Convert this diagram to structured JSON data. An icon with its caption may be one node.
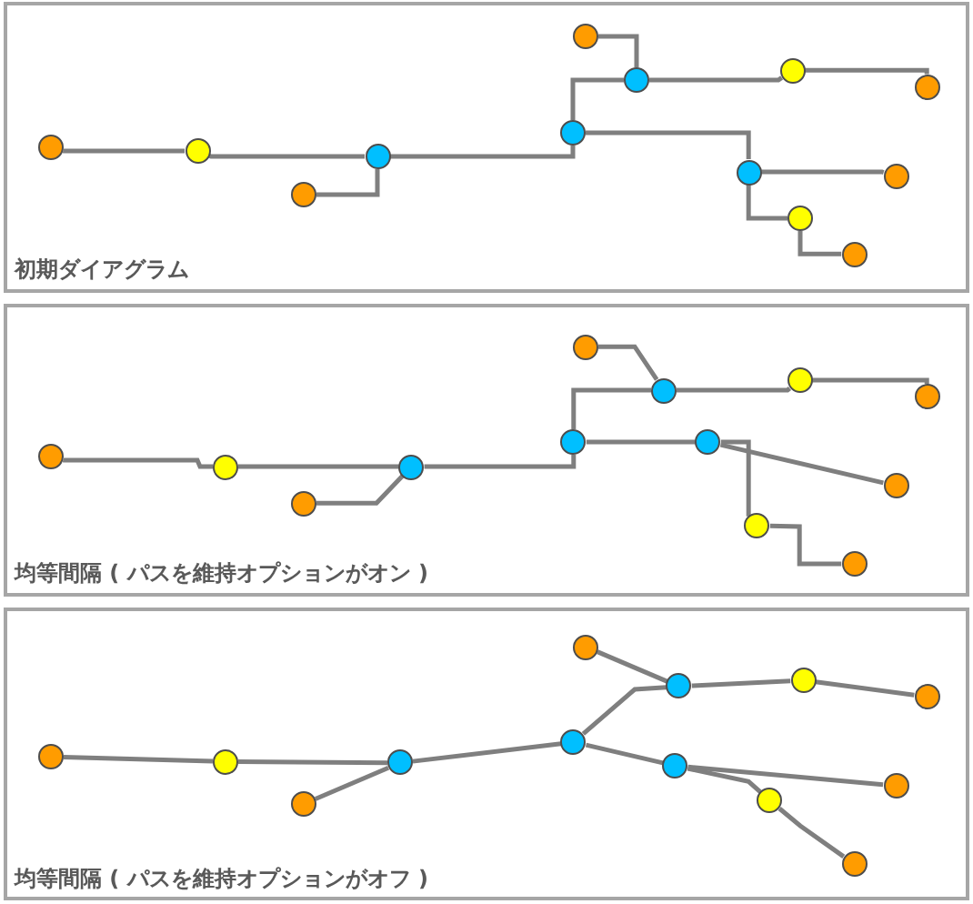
{
  "diagram": {
    "nodes": [
      {
        "text": [
          "初期ダイアグラム"
        ]
      },
      {
        "text": [],
        "shape": "circle",
        "in": 0
      },
      {
        "text": [],
        "shape": "circle",
        "in": 0
      },
      {
        "text": [],
        "shape": "circle",
        "in": 0
      },
      {
        "text": [],
        "shape": "circle",
        "in": 0
      },
      {
        "text": [],
        "shape": "circle",
        "in": 0
      },
      {
        "text": [],
        "shape": "circle",
        "in": 0
      },
      {
        "text": [],
        "shape": "circle",
        "in": 0
      },
      {
        "text": [],
        "shape": "circle",
        "in": 0
      },
      {
        "text": [],
        "shape": "circle",
        "in": 0
      },
      {
        "text": [],
        "shape": "circle",
        "in": 0
      },
      {
        "text": [],
        "shape": "circle",
        "in": 0
      },
      {
        "text": [],
        "shape": "circle",
        "in": 0
      },
      {
        "text": [],
        "shape": "circle",
        "in": 0
      },
      {
        "text": [
          "均等間隔 ( パスを維持オプションがオン )"
        ]
      },
      {
        "text": [],
        "shape": "circle",
        "in": 14
      },
      {
        "text": [],
        "shape": "circle",
        "in": 14
      },
      {
        "text": [],
        "shape": "circle",
        "in": 14
      },
      {
        "text": [],
        "shape": "circle",
        "in": 14
      },
      {
        "text": [],
        "shape": "circle",
        "in": 14
      },
      {
        "text": [],
        "shape": "circle",
        "in": 14
      },
      {
        "text": [],
        "shape": "circle",
        "in": 14
      },
      {
        "text": [],
        "shape": "circle",
        "in": 14
      },
      {
        "text": [],
        "shape": "circle",
        "in": 14
      },
      {
        "text": [],
        "shape": "circle",
        "in": 14
      },
      {
        "text": [],
        "shape": "circle",
        "in": 14
      },
      {
        "text": [],
        "shape": "circle",
        "in": 14
      },
      {
        "text": [],
        "shape": "circle",
        "in": 14
      },
      {
        "text": [
          "均等間隔 ( パスを維持オプションがオフ )"
        ]
      },
      {
        "text": [],
        "shape": "circle",
        "in": 28
      },
      {
        "text": [],
        "shape": "circle",
        "in": 28
      },
      {
        "text": [],
        "shape": "circle",
        "in": 28
      },
      {
        "text": [],
        "shape": "circle",
        "in": 28
      },
      {
        "text": [],
        "shape": "circle",
        "in": 28
      },
      {
        "text": [],
        "shape": "circle",
        "in": 28
      },
      {
        "text": [],
        "shape": "circle",
        "in": 28
      },
      {
        "text": [],
        "shape": "circle",
        "in": 28
      },
      {
        "text": [],
        "shape": "circle",
        "in": 28
      },
      {
        "text": [],
        "shape": "circle",
        "in": 28
      },
      {
        "text": [],
        "shape": "circle",
        "in": 28
      },
      {
        "text": [],
        "shape": "circle",
        "in": 28
      },
      {
        "text": [],
        "shape": "circle",
        "in": 28
      }
    ],
    "edges": [
      {
        "from": 1,
        "to": 2,
        "arrow": "none"
      },
      {
        "from": 2,
        "to": 3,
        "arrow": "none"
      },
      {
        "from": 4,
        "to": 3,
        "arrow": "none"
      },
      {
        "from": 3,
        "to": 5,
        "arrow": "none"
      },
      {
        "from": 5,
        "to": 7,
        "arrow": "none"
      },
      {
        "from": 6,
        "to": 7,
        "arrow": "none"
      },
      {
        "from": 7,
        "to": 8,
        "arrow": "none"
      },
      {
        "from": 8,
        "to": 9,
        "arrow": "none"
      },
      {
        "from": 5,
        "to": 10,
        "arrow": "none"
      },
      {
        "from": 10,
        "to": 11,
        "arrow": "none"
      },
      {
        "from": 10,
        "to": 12,
        "arrow": "none"
      },
      {
        "from": 12,
        "to": 13,
        "arrow": "none"
      },
      {
        "from": 15,
        "to": 16,
        "arrow": "none"
      },
      {
        "from": 16,
        "to": 17,
        "arrow": "none"
      },
      {
        "from": 18,
        "to": 17,
        "arrow": "none"
      },
      {
        "from": 17,
        "to": 19,
        "arrow": "none"
      },
      {
        "from": 19,
        "to": 21,
        "arrow": "none"
      },
      {
        "from": 20,
        "to": 21,
        "arrow": "none"
      },
      {
        "from": 21,
        "to": 22,
        "arrow": "none"
      },
      {
        "from": 22,
        "to": 23,
        "arrow": "none"
      },
      {
        "from": 19,
        "to": 24,
        "arrow": "none"
      },
      {
        "from": 24,
        "to": 25,
        "arrow": "none"
      },
      {
        "from": 24,
        "to": 26,
        "arrow": "none"
      },
      {
        "from": 26,
        "to": 27,
        "arrow": "none"
      },
      {
        "from": 29,
        "to": 30,
        "arrow": "none"
      },
      {
        "from": 30,
        "to": 31,
        "arrow": "none"
      },
      {
        "from": 32,
        "to": 31,
        "arrow": "none"
      },
      {
        "from": 31,
        "to": 33,
        "arrow": "none"
      },
      {
        "from": 33,
        "to": 35,
        "arrow": "none"
      },
      {
        "from": 34,
        "to": 35,
        "arrow": "none"
      },
      {
        "from": 35,
        "to": 36,
        "arrow": "none"
      },
      {
        "from": 36,
        "to": 37,
        "arrow": "none"
      },
      {
        "from": 33,
        "to": 38,
        "arrow": "none"
      },
      {
        "from": 38,
        "to": 39,
        "arrow": "none"
      },
      {
        "from": 38,
        "to": 40,
        "arrow": "none"
      },
      {
        "from": 40,
        "to": 41,
        "arrow": "none"
      }
    ]
  }
}
